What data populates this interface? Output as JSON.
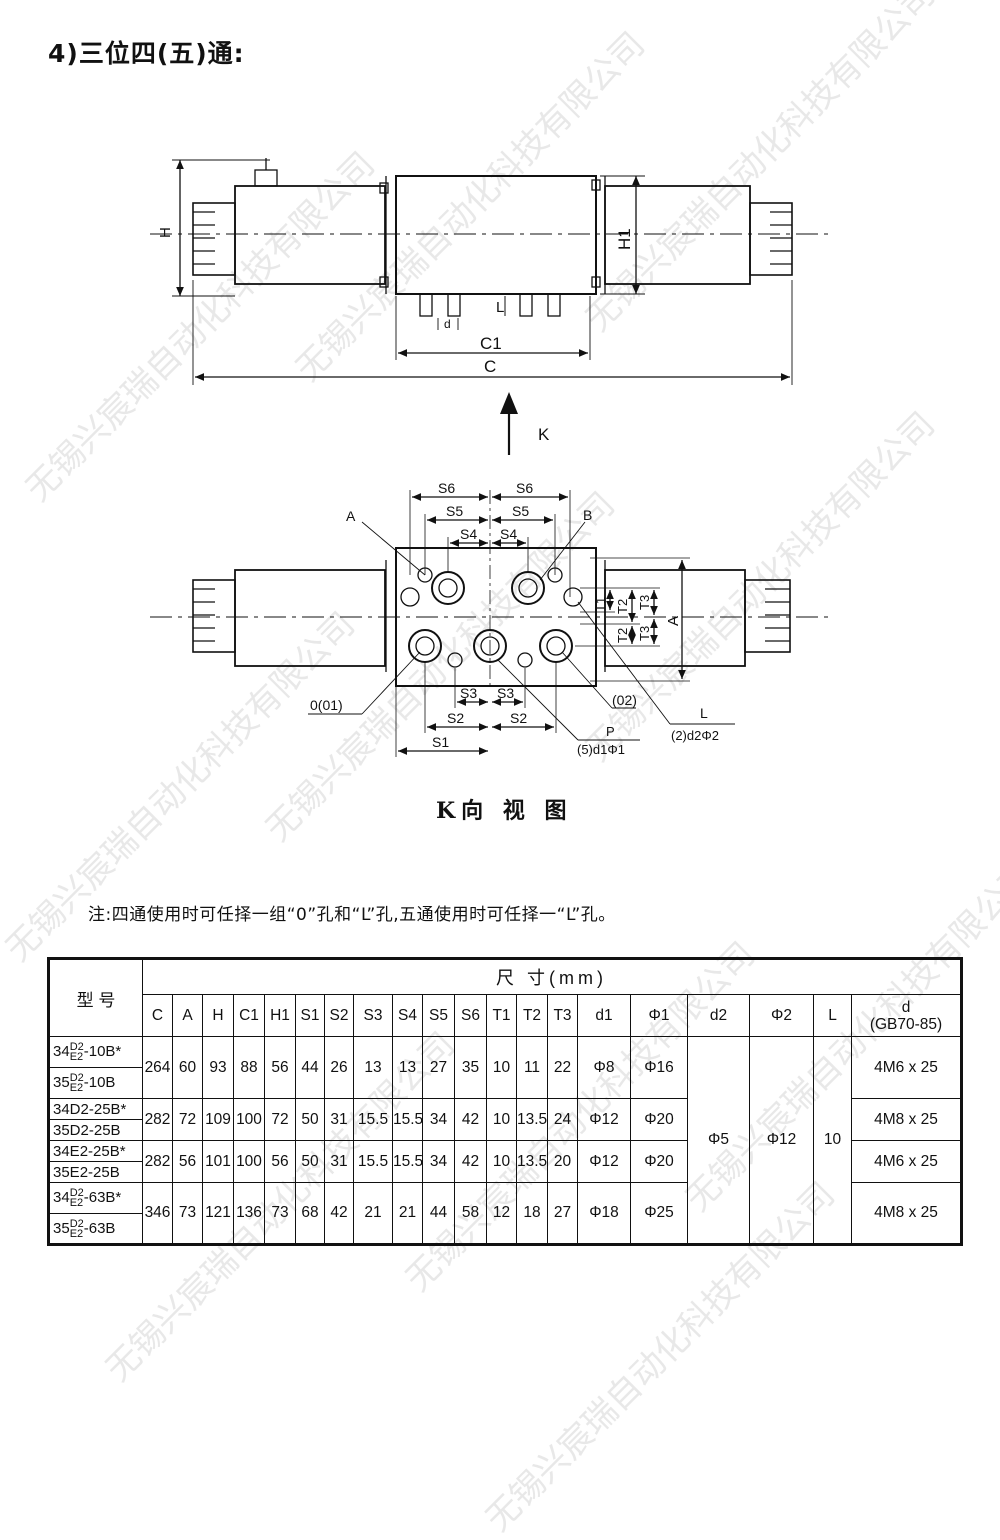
{
  "heading": "4)三位四(五)通:",
  "watermark": "无锡兴宸瑞自动化科技有限公司",
  "top_view_labels": {
    "c": "C",
    "c1": "C1",
    "h": "H",
    "h1": "H1",
    "l": "L",
    "d": "d"
  },
  "arrow_label": "K",
  "k_view_labels": {
    "s6": "S6",
    "s5": "S5",
    "s4": "S4",
    "s3": "S3",
    "s2": "S2",
    "s1": "S1",
    "a_port": "A",
    "b_port": "B",
    "a_dim": "A",
    "t1": "T1",
    "t2": "T2",
    "t3": "T3",
    "o_port": "0(01)",
    "port_02": "(02)",
    "p_port": "P",
    "p_hole": "(5)d1Φ1",
    "l_port": "L",
    "l_hole": "(2)d2Φ2"
  },
  "view_caption": "K向 视 图",
  "note": "注:四通使用时可任择一组“0”孔和“L”孔,五通使用时可任择一“L”孔。",
  "table": {
    "model_header": "型 号",
    "dims_header": "尺 寸(mm)",
    "columns": [
      "C",
      "A",
      "H",
      "C1",
      "H1",
      "S1",
      "S2",
      "S3",
      "S4",
      "S5",
      "S6",
      "T1",
      "T2",
      "T3",
      "d1",
      "Φ1",
      "d2",
      "Φ2",
      "L"
    ],
    "last_col_header": "d",
    "last_col_sub": "(GB70-85)",
    "shared": {
      "d2": "Φ5",
      "phi2": "Φ12",
      "L": "10"
    },
    "groups": [
      {
        "models": [
          {
            "prefix": "34",
            "sup": "D2",
            "sub": "E2",
            "suffix": "-10B*"
          },
          {
            "prefix": "35",
            "sup": "D2",
            "sub": "E2",
            "suffix": "-10B"
          }
        ],
        "values": [
          "264",
          "60",
          "93",
          "88",
          "56",
          "44",
          "26",
          "13",
          "13",
          "27",
          "35",
          "10",
          "11",
          "22",
          "Φ8",
          "Φ16"
        ],
        "bolt": "4M6 x 25"
      },
      {
        "models": [
          {
            "prefix": "34D2-25B*",
            "sup": "",
            "sub": "",
            "suffix": ""
          },
          {
            "prefix": "35D2-25B",
            "sup": "",
            "sub": "",
            "suffix": ""
          }
        ],
        "values": [
          "282",
          "72",
          "109",
          "100",
          "72",
          "50",
          "31",
          "15.5",
          "15.5",
          "34",
          "42",
          "10",
          "13.5",
          "24",
          "Φ12",
          "Φ20"
        ],
        "bolt": "4M8 x 25"
      },
      {
        "models": [
          {
            "prefix": "34E2-25B*",
            "sup": "",
            "sub": "",
            "suffix": ""
          },
          {
            "prefix": "35E2-25B",
            "sup": "",
            "sub": "",
            "suffix": ""
          }
        ],
        "values": [
          "282",
          "56",
          "101",
          "100",
          "56",
          "50",
          "31",
          "15.5",
          "15.5",
          "34",
          "42",
          "10",
          "13.5",
          "20",
          "Φ12",
          "Φ20"
        ],
        "bolt": "4M6 x 25"
      },
      {
        "models": [
          {
            "prefix": "34",
            "sup": "D2",
            "sub": "E2",
            "suffix": "-63B*"
          },
          {
            "prefix": "35",
            "sup": "D2",
            "sub": "E2",
            "suffix": "-63B"
          }
        ],
        "values": [
          "346",
          "73",
          "121",
          "136",
          "73",
          "68",
          "42",
          "21",
          "21",
          "44",
          "58",
          "12",
          "18",
          "27",
          "Φ18",
          "Φ25"
        ],
        "bolt": "4M8 x 25"
      }
    ]
  }
}
